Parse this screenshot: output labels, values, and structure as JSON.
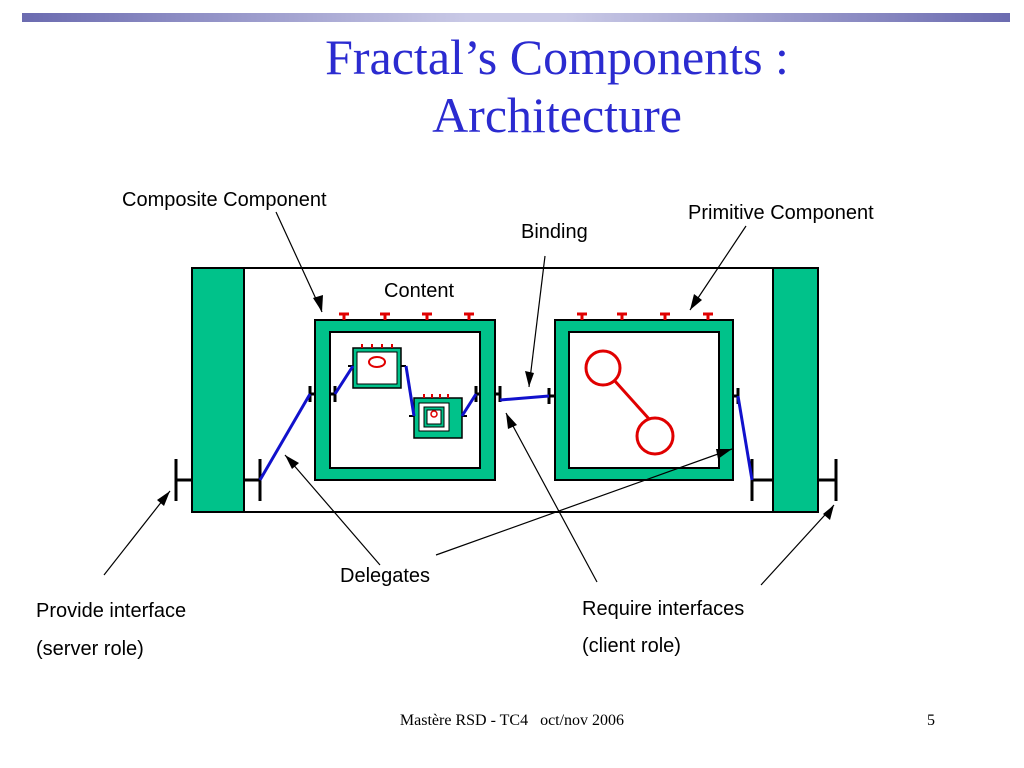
{
  "slide": {
    "title_line1": "Fractal’s Components :",
    "title_line2": "Architecture",
    "footer": "Mastère RSD - TC4   oct/nov 2006",
    "page_number": "5"
  },
  "labels": {
    "composite": "Composite Component",
    "binding": "Binding",
    "primitive": "Primitive Component",
    "content": "Content",
    "delegates": "Delegates",
    "provide_line1": "Provide interface",
    "provide_line2": "(server role)",
    "require_line1": "Require interfaces",
    "require_line2": "(client role)"
  },
  "colors": {
    "membrane": "#00c28a",
    "binding": "#1111cc",
    "interface_red": "#e00000",
    "title": "#2b2bd0"
  }
}
